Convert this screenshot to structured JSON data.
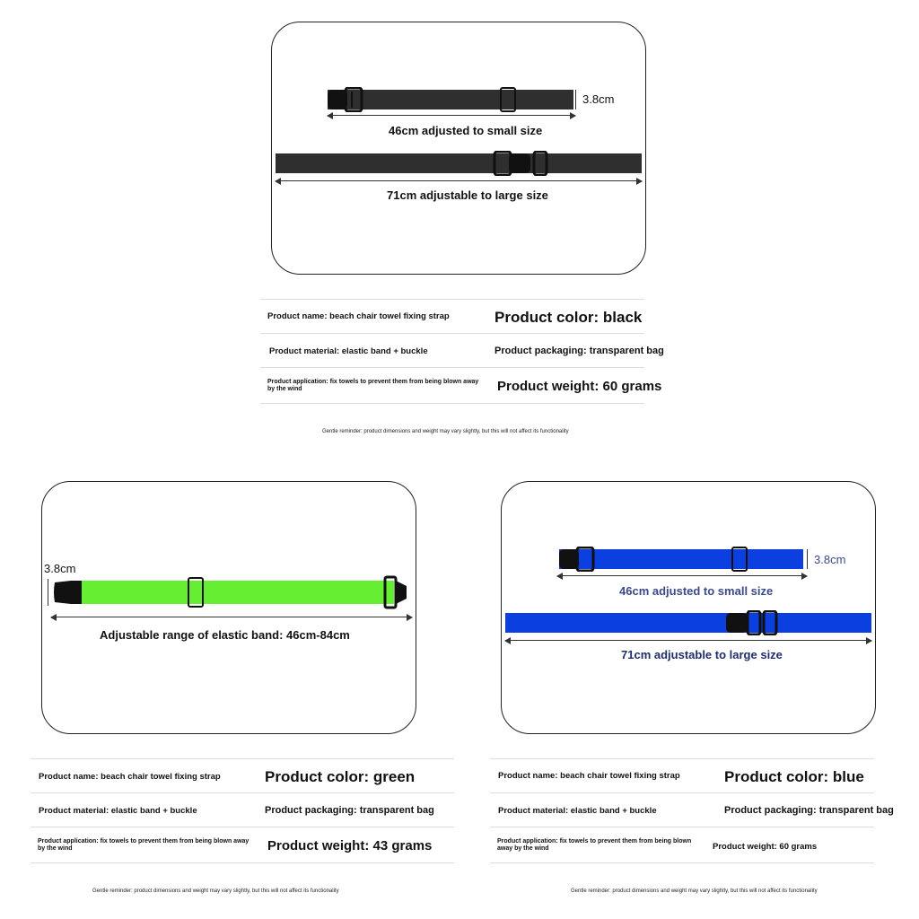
{
  "colors": {
    "black_strap": "#2f2f2f",
    "green_strap": "#66ee33",
    "blue_strap": "#0b3fe0",
    "buckle": "#111111",
    "blue_text": "#3b4a88"
  },
  "panel_black": {
    "thickness_label": "3.8cm",
    "small_label": "46cm adjusted to small size",
    "large_label": "71cm adjustable to large size"
  },
  "specs_black": {
    "name": "Product name: beach chair towel fixing strap",
    "color": "Product color: black",
    "material": "Product material: elastic band + buckle",
    "packaging": "Product packaging: transparent bag",
    "application": "Product application: fix towels to prevent them from being blown away by the wind",
    "weight": "Product weight: 60 grams",
    "reminder": "Gentle reminder: product dimensions and weight may vary slightly, but this will not affect its functionality"
  },
  "panel_green": {
    "thickness_label": "3.8cm",
    "range_label": "Adjustable range of elastic band: 46cm-84cm"
  },
  "specs_green": {
    "name": "Product name: beach chair towel fixing strap",
    "color": "Product color: green",
    "material": "Product material: elastic band + buckle",
    "packaging": "Product packaging: transparent bag",
    "application": "Product application: fix towels to prevent them from being blown away by the wind",
    "weight": "Product weight: 43 grams",
    "reminder": "Gentle reminder: product dimensions and weight may vary slightly, but this will not affect its functionality"
  },
  "panel_blue": {
    "thickness_label": "3.8cm",
    "small_label": "46cm adjusted to small size",
    "large_label": "71cm adjustable to large size"
  },
  "specs_blue": {
    "name": "Product name: beach chair towel fixing strap",
    "color": "Product color: blue",
    "material": "Product material: elastic band + buckle",
    "packaging": "Product packaging: transparent bag",
    "application": "Product application: fix towels to prevent them from being blown away by the wind",
    "weight": "Product weight: 60 grams",
    "reminder": "Gentle reminder: product dimensions and weight may vary slightly, but this will not affect its functionality"
  }
}
